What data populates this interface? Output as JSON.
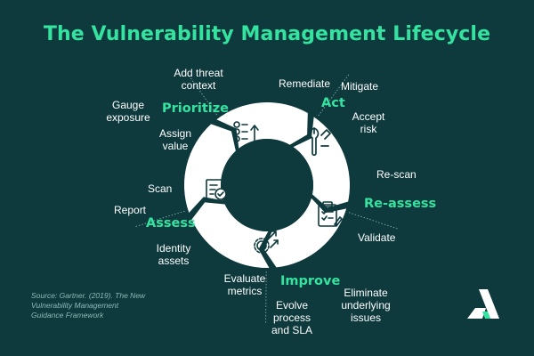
{
  "title": "The Vulnerability Management Lifecycle",
  "colors": {
    "background": "#0e3a3d",
    "accent": "#35e3a0",
    "ring": "#ffffff",
    "text": "#ffffff",
    "source_text": "#8fb8b6"
  },
  "phases": [
    {
      "name": "Prioritize",
      "icon": "checklist-arrow-icon",
      "items": [
        "Add threat context",
        "Gauge exposure",
        "Assign value"
      ]
    },
    {
      "name": "Act",
      "icon": "wrench-icon",
      "items": [
        "Remediate",
        "Mitigate",
        "Accept risk"
      ]
    },
    {
      "name": "Re-assess",
      "icon": "clipboard-check-icon",
      "items": [
        "Re-scan",
        "Validate"
      ]
    },
    {
      "name": "Improve",
      "icon": "gear-arrows-icon",
      "items": [
        "Evaluate metrics",
        "Evolve process and SLA",
        "Eliminate underlying issues"
      ]
    },
    {
      "name": "Assess",
      "icon": "document-magnifier-icon",
      "items": [
        "Scan",
        "Report",
        "Identity assets"
      ]
    }
  ],
  "labels": {
    "add_threat_1": "Add threat",
    "add_threat_2": "context",
    "gauge_1": "Gauge",
    "gauge_2": "exposure",
    "assign_1": "Assign",
    "assign_2": "value",
    "remediate": "Remediate",
    "mitigate": "Mitigate",
    "accept_1": "Accept",
    "accept_2": "risk",
    "rescan": "Re-scan",
    "validate": "Validate",
    "evaluate_1": "Evaluate",
    "evaluate_2": "metrics",
    "evolve_1": "Evolve",
    "evolve_2": "process",
    "evolve_3": "and SLA",
    "eliminate_1": "Eliminate",
    "eliminate_2": "underlying",
    "eliminate_3": "issues",
    "scan": "Scan",
    "report": "Report",
    "identity_1": "Identity",
    "identity_2": "assets"
  },
  "source": "Source: Gartner. (2019). The New Vulnerability Management Guidance Framework",
  "logo": {
    "icon": "brand-a-logo-icon"
  }
}
